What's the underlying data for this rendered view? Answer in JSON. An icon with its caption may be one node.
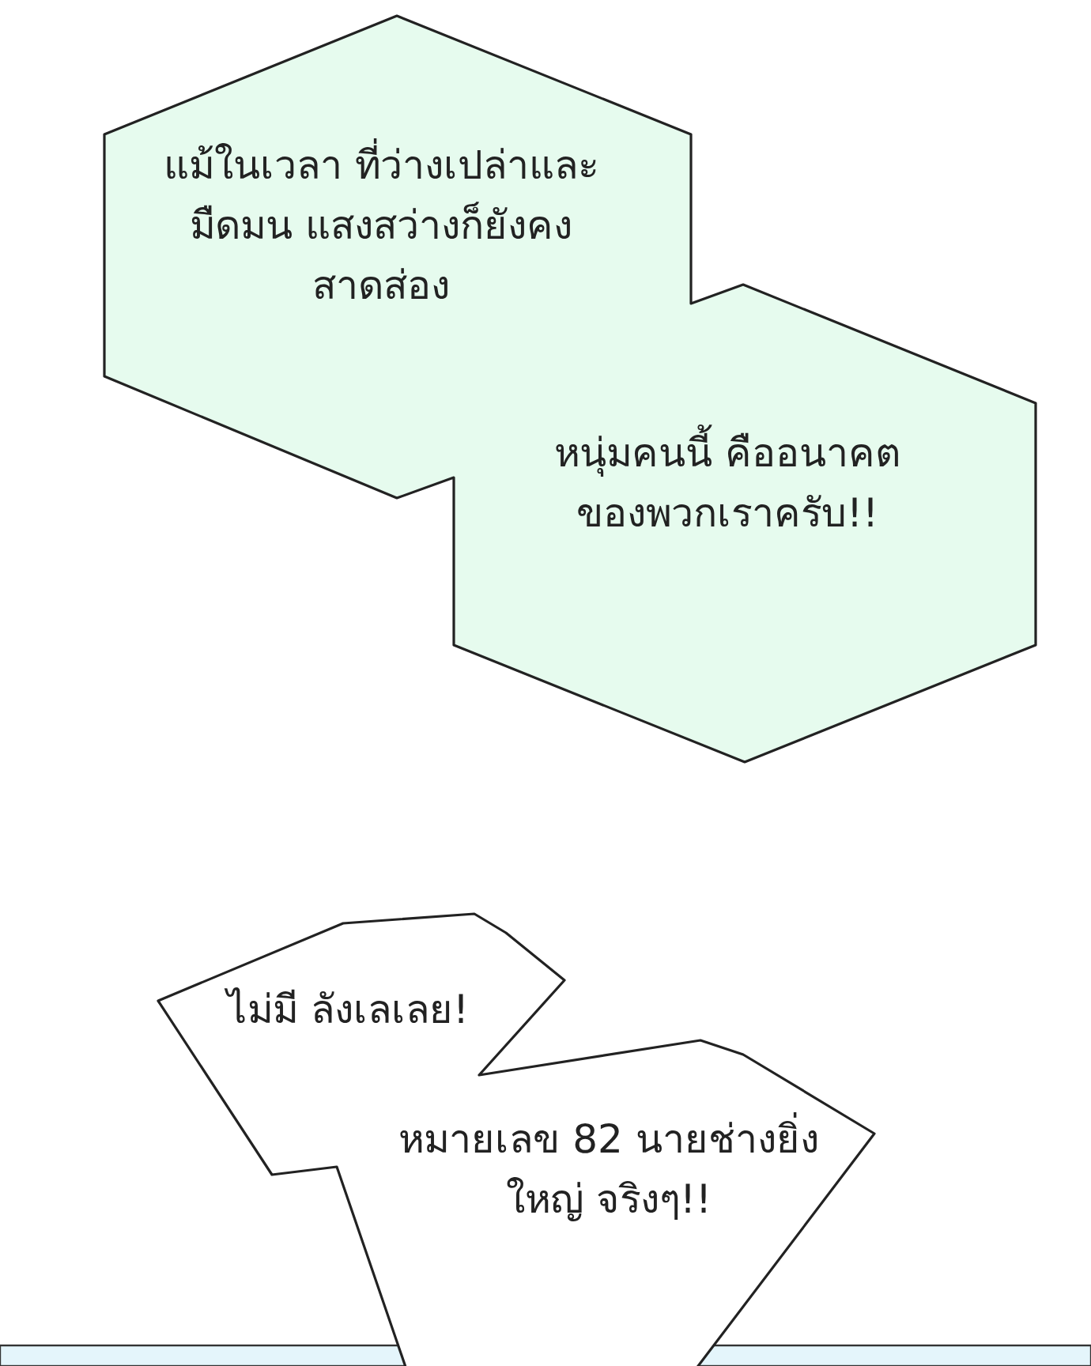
{
  "diagram": {
    "nodes": [
      {
        "text": [
          "แม้ในเวลา ที่ว่างเปล่าและมืดมน แสงสว่างก็ยังคง สาดส่อง"
        ]
      },
      {
        "text": [
          "หนุ่มคนนี้ คืออนาคต ของพวกเราครับ!!"
        ]
      },
      {
        "text": [
          "ไม่มี ลังเลเลย!"
        ]
      },
      {
        "text": [
          "หมายเลข 82 นายช่างยิ่งใหญ่ จริงๆ!!"
        ]
      }
    ]
  }
}
